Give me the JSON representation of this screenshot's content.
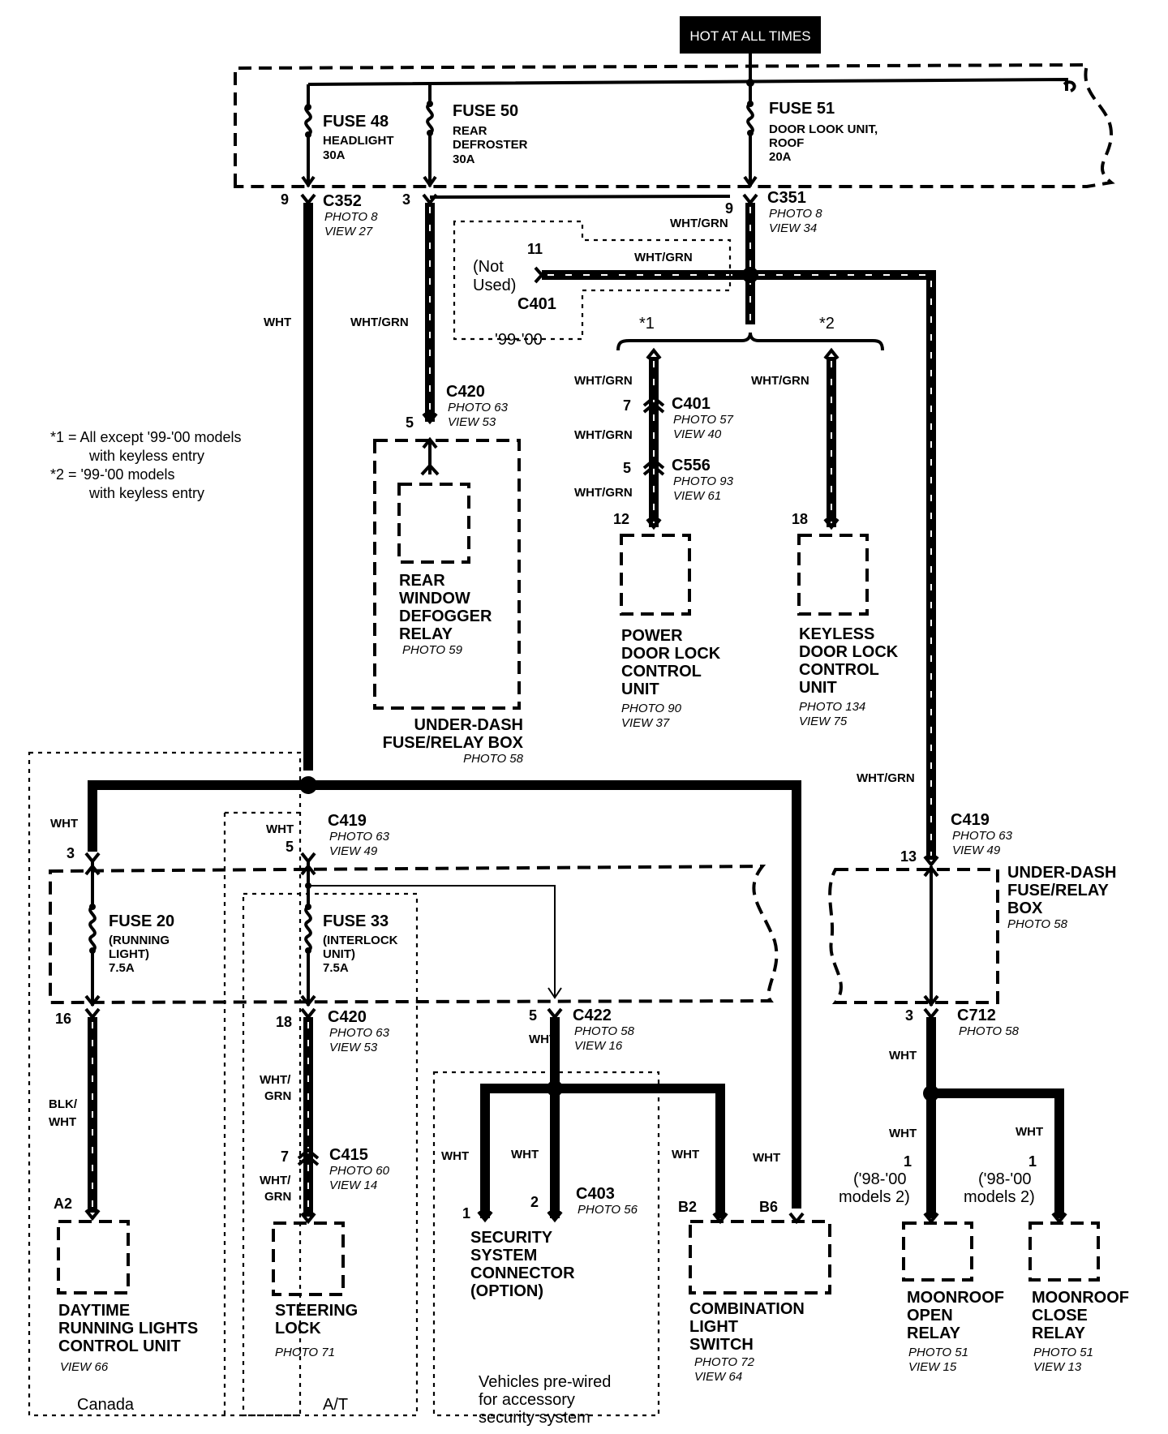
{
  "header": {
    "label": "HOT AT ALL TIMES"
  },
  "fuses": {
    "f48": {
      "title": "FUSE 48",
      "sub1": "HEADLIGHT",
      "sub2": "30A"
    },
    "f50": {
      "title": "FUSE 50",
      "sub1": "REAR",
      "sub2": "DEFROSTER",
      "sub3": "30A"
    },
    "f51": {
      "title": "FUSE 51",
      "sub1": "DOOR LOOK UNIT,",
      "sub2": "ROOF",
      "sub3": "20A"
    },
    "f20": {
      "title": "FUSE 20",
      "sub1": "(RUNNING",
      "sub2": "LIGHT)",
      "sub3": "7.5A"
    },
    "f33": {
      "title": "FUSE 33",
      "sub1": "(INTERLOCK",
      "sub2": "UNIT)",
      "sub3": "7.5A"
    }
  },
  "connectors": {
    "c352": {
      "pin": "9",
      "name": "C352",
      "photo": "PHOTO 8",
      "view": "VIEW 27"
    },
    "c420top": {
      "pin": "3",
      "pin_bottom": "5",
      "name": "C420",
      "photo": "PHOTO 63",
      "view": "VIEW 53"
    },
    "c351": {
      "pin": "9",
      "name": "C351",
      "photo": "PHOTO 8",
      "view": "VIEW 34"
    },
    "c401top": {
      "pin": "11",
      "name": "C401",
      "not_used_1": "(Not",
      "not_used_2": "Used)",
      "years": "'99-'00"
    },
    "c401": {
      "pin": "7",
      "name": "C401",
      "photo": "PHOTO 57",
      "view": "VIEW 40"
    },
    "c556": {
      "pin": "5",
      "name": "C556",
      "photo": "PHOTO 93",
      "view": "VIEW 61"
    },
    "c419a": {
      "pin_left": "3",
      "pin_mid": "5",
      "name": "C419",
      "photo": "PHOTO 63",
      "view": "VIEW 49"
    },
    "c419b": {
      "pin": "13",
      "name": "C419",
      "photo": "PHOTO 63",
      "view": "VIEW 49"
    },
    "c420b": {
      "pin_left": "16",
      "pin": "18",
      "name": "C420",
      "photo": "PHOTO 63",
      "view": "VIEW 53"
    },
    "c422": {
      "pin": "5",
      "name": "C422",
      "photo": "PHOTO 58",
      "view": "VIEW 16"
    },
    "c712": {
      "pin": "3",
      "name": "C712",
      "photo": "PHOTO 58"
    },
    "c415": {
      "pin": "7",
      "name": "C415",
      "photo": "PHOTO 60",
      "view": "VIEW 14"
    },
    "c403": {
      "pin1": "1",
      "pin2": "2",
      "name": "C403",
      "photo": "PHOTO 56"
    }
  },
  "wires": {
    "wht": "WHT",
    "whtgrn": "WHT/GRN",
    "wht_slash": "WHT/",
    "grn": "GRN",
    "blk_slash": "BLK/"
  },
  "branch": {
    "star1": "*1",
    "star2": "*2"
  },
  "components": {
    "defogger": {
      "l1": "REAR",
      "l2": "WINDOW",
      "l3": "DEFOGGER",
      "l4": "RELAY",
      "photo": "PHOTO 59"
    },
    "underdash1": {
      "l1": "UNDER-DASH",
      "l2": "FUSE/RELAY BOX",
      "photo": "PHOTO 58"
    },
    "powerlock": {
      "pin": "12",
      "l1": "POWER",
      "l2": "DOOR LOCK",
      "l3": "CONTROL",
      "l4": "UNIT",
      "photo": "PHOTO 90",
      "view": "VIEW 37"
    },
    "keyless": {
      "pin": "18",
      "l1": "KEYLESS",
      "l2": "DOOR LOCK",
      "l3": "CONTROL",
      "l4": "UNIT",
      "photo": "PHOTO 134",
      "view": "VIEW 75"
    },
    "underdash2": {
      "l1": "UNDER-DASH",
      "l2": "FUSE/RELAY",
      "l3": "BOX",
      "photo": "PHOTO 58"
    },
    "drl": {
      "pin": "A2",
      "l1": "DAYTIME",
      "l2": "RUNNING LIGHTS",
      "l3": "CONTROL UNIT",
      "view": "VIEW 66"
    },
    "steering": {
      "l1": "STEERING",
      "l2": "LOCK",
      "photo": "PHOTO 71"
    },
    "security": {
      "l1": "SECURITY",
      "l2": "SYSTEM",
      "l3": "CONNECTOR",
      "l4": "(OPTION)"
    },
    "combo": {
      "pin_b2": "B2",
      "pin_b6": "B6",
      "l1": "COMBINATION",
      "l2": "LIGHT",
      "l3": "SWITCH",
      "photo": "PHOTO 72",
      "view": "VIEW 64"
    },
    "mr_open": {
      "pin": "1",
      "cond1": "('98-'00",
      "cond2": "models 2)",
      "l1": "MOONROOF",
      "l2": "OPEN",
      "l3": "RELAY",
      "photo": "PHOTO 51",
      "view": "VIEW 15"
    },
    "mr_close": {
      "pin": "1",
      "cond1": "('98-'00",
      "cond2": "models 2)",
      "l1": "MOONROOF",
      "l2": "CLOSE",
      "l3": "RELAY",
      "photo": "PHOTO 51",
      "view": "VIEW 13"
    }
  },
  "notes": {
    "n1a": "*1 =  All except '99-'00 models",
    "n1b": "with keyless entry",
    "n2a": "*2 =  '99-'00 models",
    "n2b": "with keyless entry",
    "canada": "Canada",
    "at": "A/T",
    "prewired1": "Vehicles pre-wired",
    "prewired2": "for accessory",
    "prewired3": "security system"
  }
}
